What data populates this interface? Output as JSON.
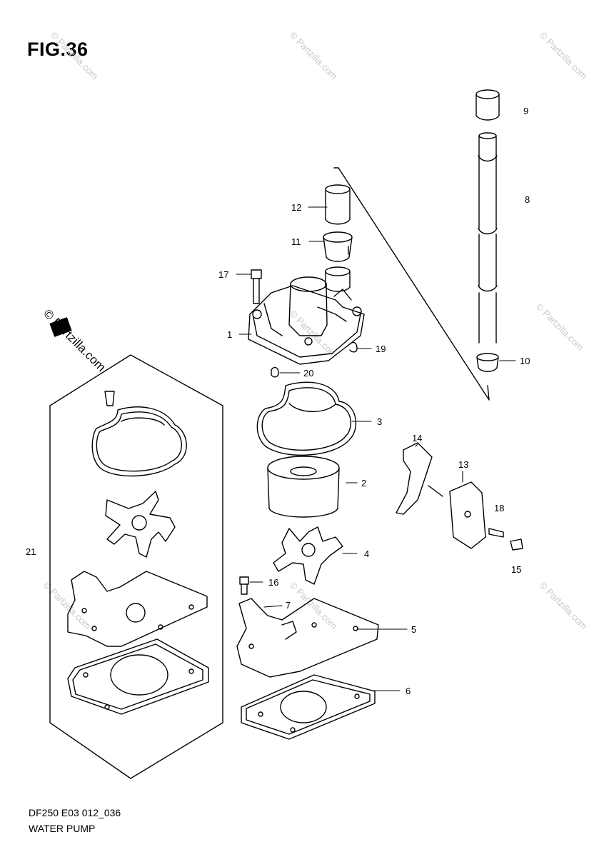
{
  "figure": {
    "title": "FIG.36",
    "code": "DF250 E03 012_036",
    "name": "WATER PUMP"
  },
  "watermark": {
    "symbol": "©",
    "text": "Partzilla.com"
  },
  "callouts": [
    "1",
    "2",
    "3",
    "4",
    "5",
    "6",
    "7",
    "8",
    "9",
    "10",
    "11",
    "12",
    "13",
    "14",
    "15",
    "16",
    "17",
    "18",
    "19",
    "20",
    "21"
  ]
}
